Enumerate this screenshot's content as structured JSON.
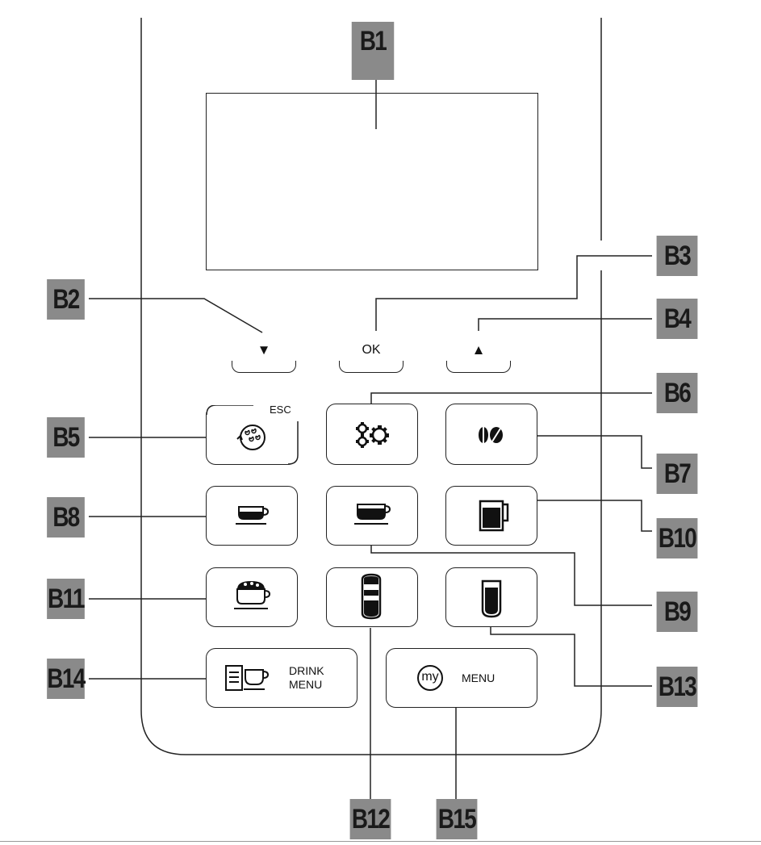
{
  "callouts": {
    "b1": "B1",
    "b2": "B2",
    "b3": "B3",
    "b4": "B4",
    "b5": "B5",
    "b6": "B6",
    "b7": "B7",
    "b8": "B8",
    "b9": "B9",
    "b10": "B10",
    "b11": "B11",
    "b12": "B12",
    "b13": "B13",
    "b14": "B14",
    "b15": "B15"
  },
  "keys": {
    "down_symbol": "▼",
    "ok_label": "OK",
    "up_symbol": "▲",
    "esc_label": "ESC",
    "drink_menu_line1": "DRINK",
    "drink_menu_line2": "MENU",
    "my_label": "my",
    "my_menu_label": "MENU"
  },
  "icons": {
    "b5": "descale-rinse-icon",
    "b6": "settings-gears-icon",
    "b7": "coffee-beans-icon",
    "b8": "espresso-cup-icon",
    "b9": "coffee-cup-icon",
    "b10": "mug-icon",
    "b11": "cappuccino-cup-icon",
    "b12": "latte-glass-icon",
    "b13": "long-coffee-glass-icon",
    "b14": "drink-menu-icon",
    "b15": "my-circle-icon"
  },
  "colors": {
    "callout_bg": "#8a8a8a",
    "line": "#222222"
  }
}
